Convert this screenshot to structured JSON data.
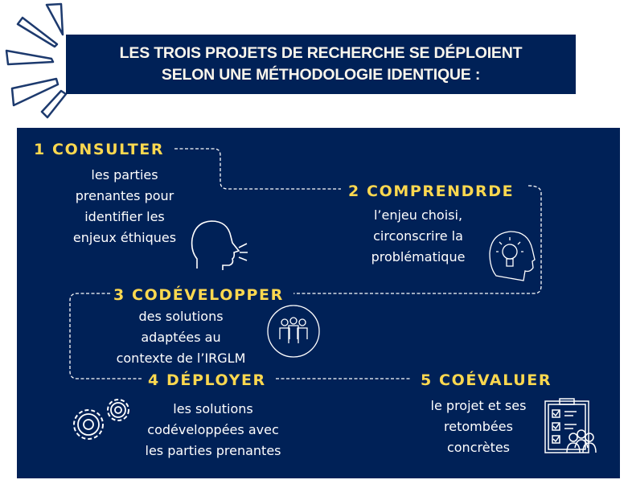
{
  "title": {
    "line1": "LES TROIS PROJETS DE RECHERCHE SE DÉPLOIENT",
    "line2": "SELON UNE MÉTHODOLOGIE IDENTIQUE :"
  },
  "steps": [
    {
      "heading": "1 CONSULTER",
      "lines": [
        "les parties",
        "prenantes pour",
        "identifier les",
        "enjeux éthiques"
      ],
      "icon": "speaking-head-icon"
    },
    {
      "heading": "2 COMPRENDRDE",
      "lines": [
        "l’enjeu choisi,",
        "circonscrire la",
        "problématique"
      ],
      "icon": "lightbulb-head-icon"
    },
    {
      "heading": "3 CODÉVELOPPER",
      "lines": [
        "des solutions",
        "adaptées au",
        "contexte de l’IRGLM"
      ],
      "icon": "team-circle-icon"
    },
    {
      "heading": "4 DÉPLOYER",
      "lines": [
        "les solutions",
        "codéveloppées avec",
        "les parties prenantes"
      ],
      "icon": "gears-icon"
    },
    {
      "heading": "5 COÉVALUER",
      "lines": [
        "le projet et ses",
        "retombées",
        "concrètes"
      ],
      "icon": "checklist-team-icon"
    }
  ],
  "colors": {
    "navy": "#002157",
    "yellow": "#fcd84f"
  }
}
